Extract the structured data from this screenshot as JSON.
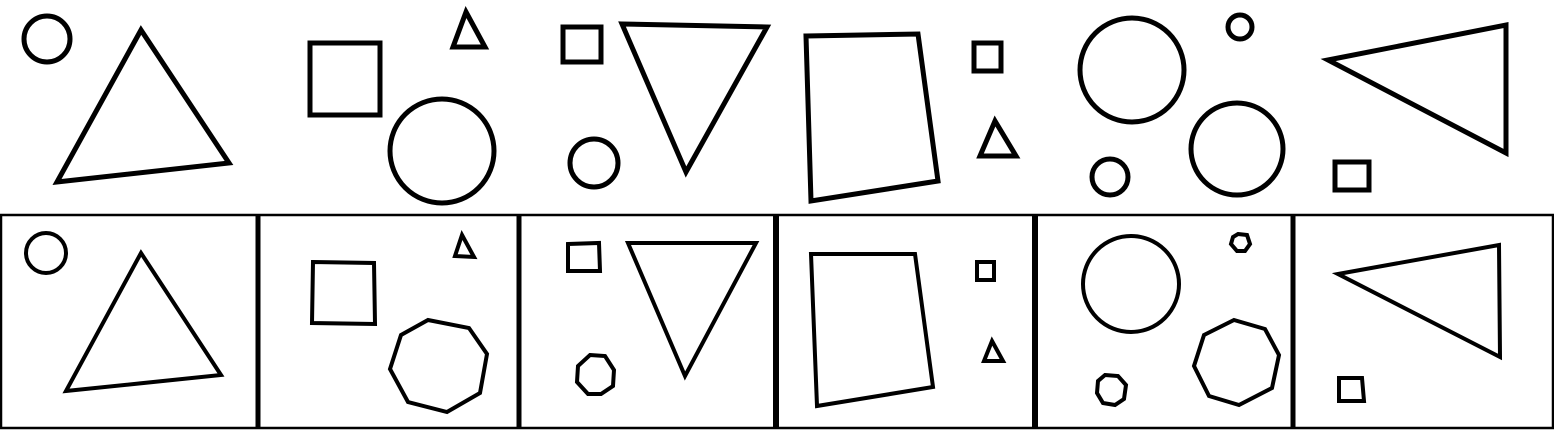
{
  "puzzle": {
    "stroke_color": "#000000",
    "background_color": "#ffffff",
    "top_row": {
      "panels": [
        {
          "shapes": [
            "small-circle",
            "large-triangle"
          ]
        },
        {
          "shapes": [
            "square",
            "small-triangle",
            "circle"
          ]
        },
        {
          "shapes": [
            "small-square",
            "inverted-triangle",
            "small-circle"
          ]
        },
        {
          "shapes": [
            "large-quadrilateral",
            "small-square",
            "small-triangle"
          ]
        },
        {
          "shapes": [
            "large-circle",
            "small-circle",
            "small-circle",
            "circle"
          ]
        },
        {
          "shapes": [
            "left-pointing-triangle",
            "small-square"
          ]
        }
      ]
    },
    "answer_row": {
      "panels": [
        {
          "shapes": [
            "small-circle",
            "large-triangle"
          ]
        },
        {
          "shapes": [
            "square",
            "small-triangle",
            "octagon"
          ]
        },
        {
          "shapes": [
            "small-square",
            "inverted-triangle",
            "small-octagon"
          ]
        },
        {
          "shapes": [
            "large-quadrilateral",
            "small-square",
            "small-triangle"
          ]
        },
        {
          "shapes": [
            "large-circle",
            "small-octagon",
            "small-octagon",
            "octagon"
          ]
        },
        {
          "shapes": [
            "left-pointing-triangle",
            "small-square"
          ]
        }
      ]
    }
  }
}
